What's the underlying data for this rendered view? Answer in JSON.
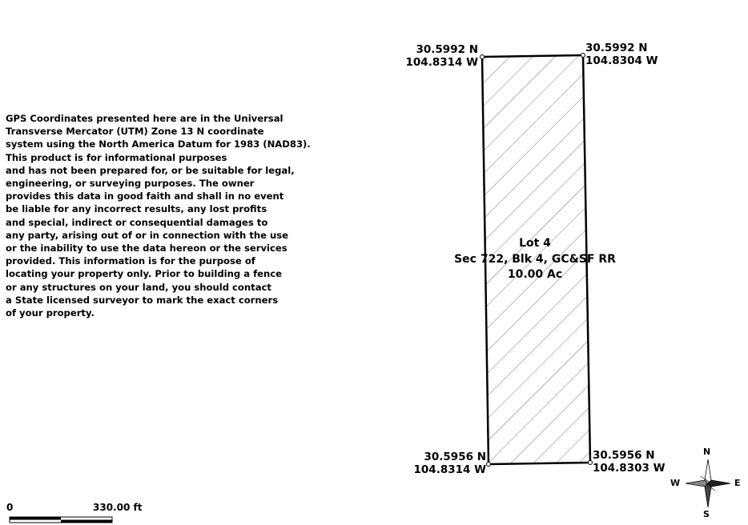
{
  "disclaimer": "GPS Coordinates presented here are in the Universal\nTransverse Mercator (UTM) Zone 13 N coordinate\nsystem using the North America Datum for 1983 (NAD83).\nThis product is for informational purposes\nand has not been prepared for, or be suitable for legal,\nengineering, or surveying purposes. The owner\nprovides this data in good faith and shall in no event\nbe liable for any incorrect results, any lost profits\nand special, indirect or consequential damages to\nany party, arising out of or in connection with the use\nor the inability to use the data hereon or the services\nprovided. This information is for the purpose of\nlocating your property only.  Prior to building a fence\nor any structures on your land, you should contact\na State licensed surveyor to mark the exact corners\nof your property.",
  "corners": {
    "nw": {
      "lat": "30.5992 N",
      "lon": "104.8314 W"
    },
    "ne": {
      "lat": "30.5992 N",
      "lon": "104.8304 W"
    },
    "sw": {
      "lat": "30.5956 N",
      "lon": "104.8314 W"
    },
    "se": {
      "lat": "30.5956 N",
      "lon": "104.8303 W"
    }
  },
  "parcel": {
    "lot": "Lot 4",
    "legal": "Sec 722, Blk 4, GC&SF RR",
    "area": "10.00 Ac"
  },
  "scale_bar": {
    "start": "0",
    "end": "330.00 ft"
  },
  "compass": {
    "n": "N",
    "s": "S",
    "e": "E",
    "w": "W"
  }
}
